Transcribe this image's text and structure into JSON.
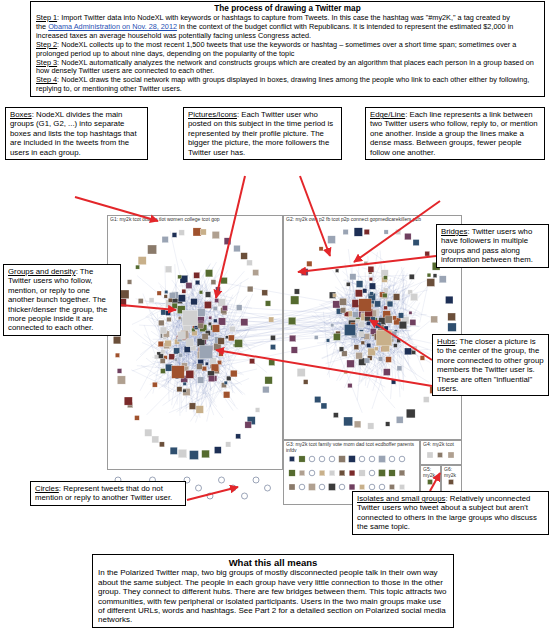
{
  "diagram": {
    "nodes": [
      {
        "text": [
          "The process of drawing a Twitter map",
          "Step 1",
          ": Import Twitter data into NodeXL with keywords or hashtags to capture from Tweets. In this case the hashtag was \"#my2K,\" a tag created by the",
          "Obama Administration on Nov. 28, 2012",
          "in the context of the budget conflict with Republicans. It is intended to represent the estimated $2,000 in increased taxes an average household was potentially facing unless Congress acted.",
          "Step 2",
          ": NodeXL collects up to the most recent 1,500 tweets that use the keywords or hashtag – sometimes over a short time span; sometimes over a prolonged period up to about nine days, depending on the popularity of the topic",
          "Step 3",
          ": NodeXL automatically analyzes the network and constructs groups which are created by an algorithm that places each person in a group based on how densely Twitter users are connected to each other.",
          "Step 4",
          ": NodeXL draws the social network map with groups displayed in boxes, drawing lines among the people who link to each other either by following, replying to, or mentioning other Twitter users."
        ]
      },
      {
        "text": [
          "Boxes",
          ": NodeXL divides the main groups (G1, G2, ...) into separate boxes and lists the top hashtags that are included in the tweets from the users in each group."
        ]
      },
      {
        "text": [
          "Pictures/Icons",
          ": Each Twitter user who posted on this subject in the time period is represented by their profile picture. The bigger the picture, the more followers the Twitter user has."
        ]
      },
      {
        "text": [
          "Edge/Line",
          ": Each line represents a link between two Twitter users who follow, reply to, or mention one another. Inside a group the lines make a dense mass. Between groups, fewer people follow one another."
        ]
      },
      {
        "text": [
          "G1: my2k tcot obama tlot women college tcot gop"
        ]
      },
      {
        "text": [
          "G2: my2k ows p2 fb tcot p2p connect gopmedicarekillers p2b"
        ]
      },
      {
        "text": [
          "Bridges",
          ": Twitter users who have followers in multiple groups and pass along information between them."
        ]
      },
      {
        "text": [
          "Groups and density",
          ": The Twitter users who follow, mention, or reply to one another bunch together. The thicker/denser the group, the more people inside it are connected to each other."
        ]
      },
      {
        "text": [
          "Hubs",
          ": The closer a picture is to the center of the group, the more connected to other group members the Twitter user is. These are often \"influential\" users."
        ]
      },
      {
        "text": [
          "G3: my2k tcot family vote mom dad tcot ecdboffer parents infdv"
        ]
      },
      {
        "text": [
          "G4: my2k tcot"
        ]
      },
      {
        "text": [
          "G5: my2k"
        ]
      },
      {
        "text": [
          "G6: my2k"
        ]
      },
      {
        "text": [
          "Circles",
          ": Represent tweets that do not mention or reply to another Twitter user."
        ]
      },
      {
        "text": [
          "Isolates and small groups",
          ": Relatively unconnected Twitter users who tweet about a subject but aren't connected to others in the large groups who discuss the same topic."
        ]
      },
      {
        "text": [
          "What this all means",
          "In the Polarized Twitter map, two big groups of mostly disconnected people talk in their own way about the same subject. The people in each group have very little connection to those in the other group. They connect to different hubs. There are few bridges between them. This topic attracts two communities, with few peripheral or isolated participants. Users in the two main groups make use of different URLs, words and hashtags. See Part 2 for a detailed section on Polarized social media networks."
        ]
      }
    ]
  }
}
